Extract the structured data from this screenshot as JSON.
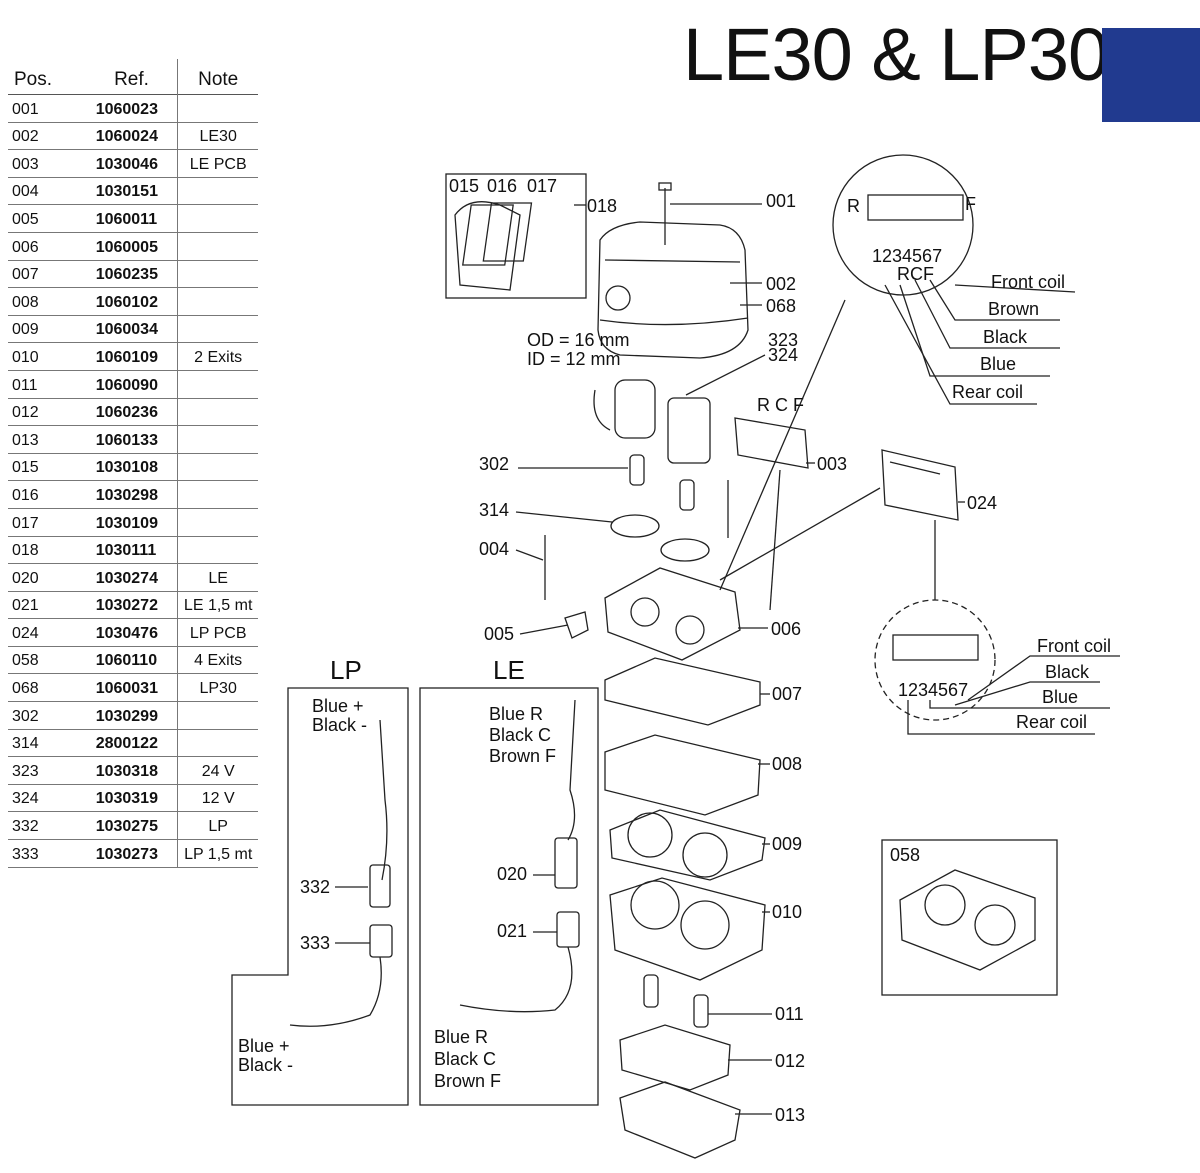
{
  "title": "LE30 & LP30",
  "colors": {
    "accent_block": "#213a8f"
  },
  "table": {
    "headers": {
      "pos": "Pos.",
      "ref": "Ref.",
      "note": "Note"
    },
    "rows": [
      {
        "pos": "001",
        "ref": "1060023",
        "note": ""
      },
      {
        "pos": "002",
        "ref": "1060024",
        "note": "LE30"
      },
      {
        "pos": "003",
        "ref": "1030046",
        "note": "LE PCB"
      },
      {
        "pos": "004",
        "ref": "1030151",
        "note": ""
      },
      {
        "pos": "005",
        "ref": "1060011",
        "note": ""
      },
      {
        "pos": "006",
        "ref": "1060005",
        "note": ""
      },
      {
        "pos": "007",
        "ref": "1060235",
        "note": ""
      },
      {
        "pos": "008",
        "ref": "1060102",
        "note": ""
      },
      {
        "pos": "009",
        "ref": "1060034",
        "note": ""
      },
      {
        "pos": "010",
        "ref": "1060109",
        "note": "2 Exits"
      },
      {
        "pos": "011",
        "ref": "1060090",
        "note": ""
      },
      {
        "pos": "012",
        "ref": "1060236",
        "note": ""
      },
      {
        "pos": "013",
        "ref": "1060133",
        "note": ""
      },
      {
        "pos": "015",
        "ref": "1030108",
        "note": ""
      },
      {
        "pos": "016",
        "ref": "1030298",
        "note": ""
      },
      {
        "pos": "017",
        "ref": "1030109",
        "note": ""
      },
      {
        "pos": "018",
        "ref": "1030111",
        "note": ""
      },
      {
        "pos": "020",
        "ref": "1030274",
        "note": "LE"
      },
      {
        "pos": "021",
        "ref": "1030272",
        "note": "LE 1,5 mt"
      },
      {
        "pos": "024",
        "ref": "1030476",
        "note": "LP PCB"
      },
      {
        "pos": "058",
        "ref": "1060110",
        "note": "4 Exits"
      },
      {
        "pos": "068",
        "ref": "1060031",
        "note": "LP30"
      },
      {
        "pos": "302",
        "ref": "1030299",
        "note": ""
      },
      {
        "pos": "314",
        "ref": "2800122",
        "note": ""
      },
      {
        "pos": "323",
        "ref": "1030318",
        "note": "24 V"
      },
      {
        "pos": "324",
        "ref": "1030319",
        "note": "12 V"
      },
      {
        "pos": "332",
        "ref": "1030275",
        "note": "LP"
      },
      {
        "pos": "333",
        "ref": "1030273",
        "note": "LP 1,5 mt"
      }
    ]
  },
  "diagram": {
    "filter_labels": {
      "p015": "015",
      "p016": "016",
      "p017": "017",
      "p018": "018"
    },
    "callouts": {
      "p001": "001",
      "p002": "002",
      "p068": "068",
      "p323": "323",
      "p324": "324",
      "p302": "302",
      "p003": "003",
      "p314": "314",
      "p004": "004",
      "p024": "024",
      "p005": "005",
      "p006": "006",
      "p007": "007",
      "p008": "008",
      "p009": "009",
      "p010": "010",
      "p011": "011",
      "p012": "012",
      "p013": "013",
      "p058": "058",
      "p332": "332",
      "p333": "333",
      "p020": "020",
      "p021": "021"
    },
    "od_label": "OD = 16 mm",
    "id_label": "ID = 12 mm",
    "pcb_rcf": "R C F",
    "le_connector": {
      "r": "R",
      "f": "F",
      "numbers": "1234567",
      "rcf": "RCF",
      "front_coil": "Front coil",
      "brown": "Brown",
      "black": "Black",
      "blue": "Blue",
      "rear_coil": "Rear coil"
    },
    "lp_connector": {
      "front_coil": "Front coil",
      "black": "Black",
      "blue": "Blue",
      "numbers": "1234567",
      "rear_coil": "Rear coil"
    },
    "lp_box": {
      "title": "LP",
      "top_line1": "Blue +",
      "top_line2": "Black -",
      "bottom_line1": "Blue +",
      "bottom_line2": "Black -"
    },
    "le_box": {
      "title": "LE",
      "top_line1": "Blue R",
      "top_line2": "Black C",
      "top_line3": "Brown F",
      "bottom_line1": "Blue R",
      "bottom_line2": "Black C",
      "bottom_line3": "Brown F"
    }
  }
}
